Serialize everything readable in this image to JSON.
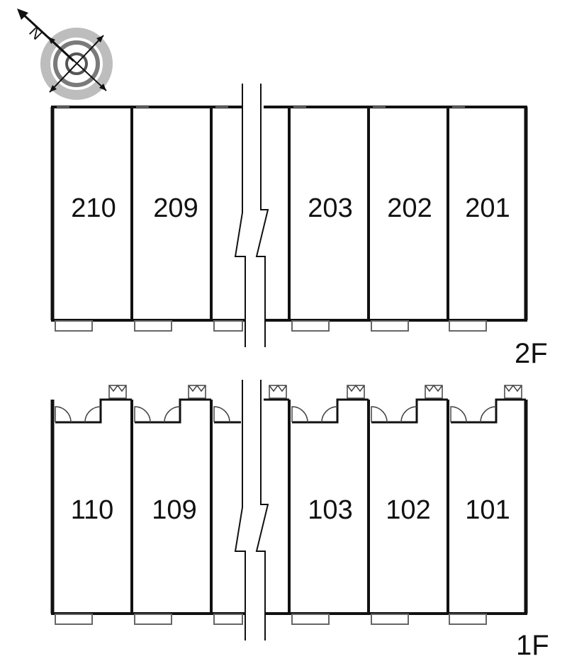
{
  "compass": {
    "north_label": "N",
    "icon": "compass-rose-icon"
  },
  "floors": [
    {
      "id": "2F",
      "label": "2F",
      "units": [
        "210",
        "209",
        "203",
        "202",
        "201"
      ]
    },
    {
      "id": "1F",
      "label": "1F",
      "units": [
        "110",
        "109",
        "103",
        "102",
        "101"
      ]
    }
  ],
  "break_mark": "zigzag-break-icon"
}
